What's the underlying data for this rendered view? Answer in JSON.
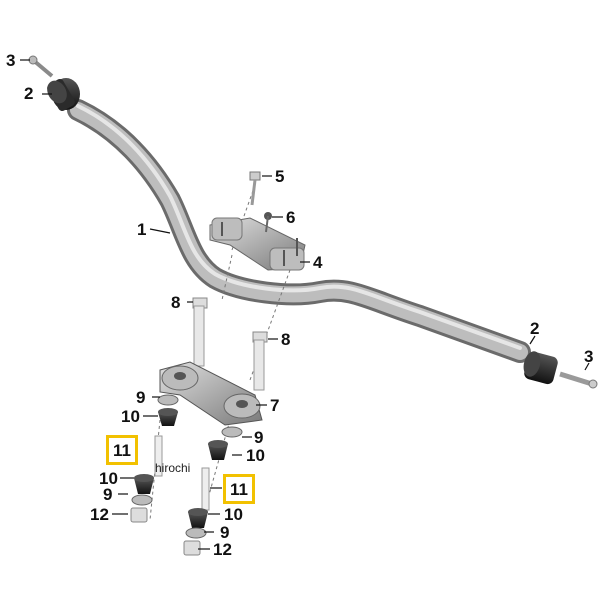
{
  "diagram": {
    "callouts": [
      {
        "key": "c3a",
        "label": "3"
      },
      {
        "key": "c2a",
        "label": "2"
      },
      {
        "key": "c5",
        "label": "5"
      },
      {
        "key": "c6",
        "label": "6"
      },
      {
        "key": "c1",
        "label": "1"
      },
      {
        "key": "c4",
        "label": "4"
      },
      {
        "key": "c8a",
        "label": "8"
      },
      {
        "key": "c8b",
        "label": "8"
      },
      {
        "key": "c2b",
        "label": "2"
      },
      {
        "key": "c3b",
        "label": "3"
      },
      {
        "key": "c9a",
        "label": "9"
      },
      {
        "key": "c7",
        "label": "7"
      },
      {
        "key": "c10a",
        "label": "10"
      },
      {
        "key": "c9b",
        "label": "9"
      },
      {
        "key": "c11a",
        "label": "11"
      },
      {
        "key": "c10b",
        "label": "10"
      },
      {
        "key": "c10c",
        "label": "10"
      },
      {
        "key": "c11b",
        "label": "11"
      },
      {
        "key": "c9c",
        "label": "9"
      },
      {
        "key": "c12a",
        "label": "12"
      },
      {
        "key": "c10d",
        "label": "10"
      },
      {
        "key": "c9d",
        "label": "9"
      },
      {
        "key": "c12b",
        "label": "12"
      }
    ],
    "highlight_color": "#f2c100",
    "watermark": "hirochi"
  }
}
